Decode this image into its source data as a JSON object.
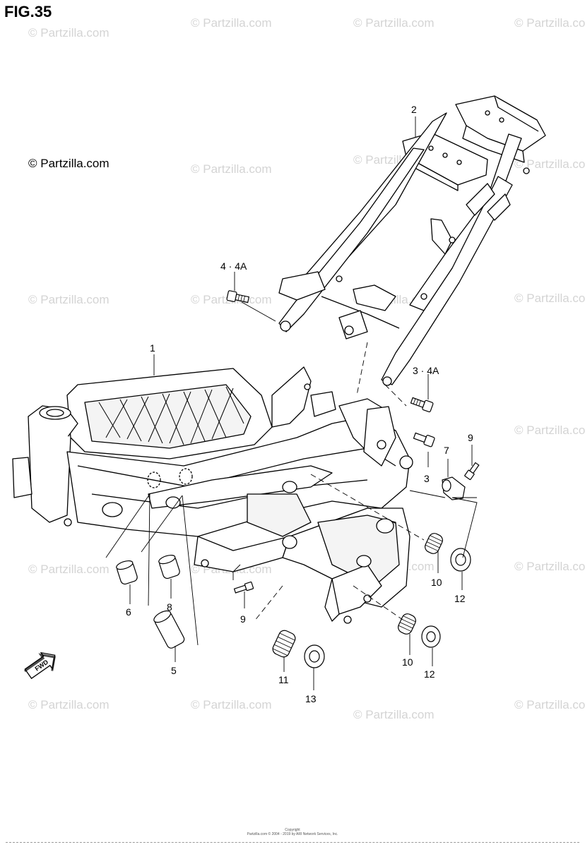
{
  "figure_title": "FIG.35",
  "watermark_text": "© Partzilla.com",
  "brand_text": "© Partzilla.com",
  "fwd_label": "FWD",
  "footer_line1": "Copyright",
  "footer_line2": "Partzilla.com © 2004 - 2019 by ARI Network Services, Inc.",
  "callouts": [
    "1",
    "2",
    "3",
    "3 · 4A",
    "4 · 4A",
    "5",
    "6",
    "7",
    "8",
    "9",
    "9",
    "10",
    "10",
    "11",
    "12",
    "12",
    "13"
  ]
}
